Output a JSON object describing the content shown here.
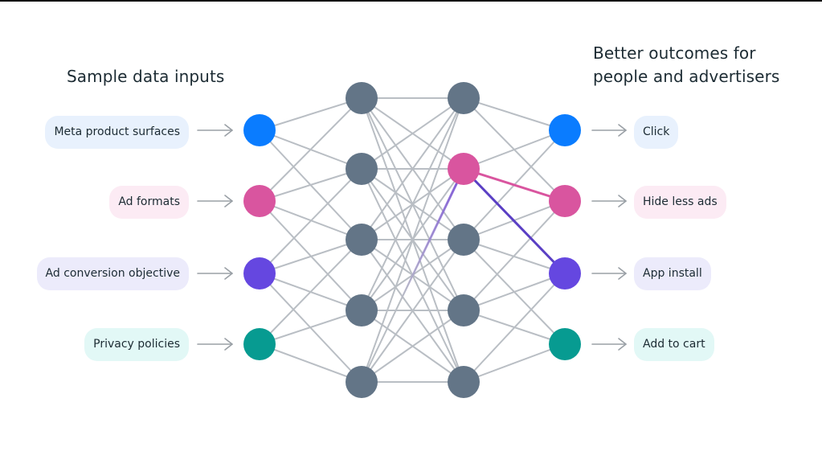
{
  "headings": {
    "inputs": "Sample data inputs",
    "outputs_line1": "Better outcomes for",
    "outputs_line2": "people and advertisers"
  },
  "inputs": [
    {
      "label": "Meta product surfaces",
      "color": "#0a7cff",
      "bg": "#e8f1fd"
    },
    {
      "label": "Ad formats",
      "color": "#d9559f",
      "bg": "#fcebf4"
    },
    {
      "label": "Ad conversion objective",
      "color": "#6547e0",
      "bg": "#ecebfb"
    },
    {
      "label": "Privacy policies",
      "color": "#079b91",
      "bg": "#e2f8f6"
    }
  ],
  "outputs": [
    {
      "label": "Click",
      "color": "#0a7cff",
      "bg": "#e8f1fd"
    },
    {
      "label": "Hide less ads",
      "color": "#d9559f",
      "bg": "#fcebf4"
    },
    {
      "label": "App install",
      "color": "#6547e0",
      "bg": "#ecebfb"
    },
    {
      "label": "Add to cart",
      "color": "#079b91",
      "bg": "#e2f8f6"
    }
  ],
  "network": {
    "hidden_layers": 2,
    "nodes_per_hidden_layer": 5,
    "hidden_node_color": "#637587",
    "edge_color": "#b9bec4",
    "highlighted_hidden_node": {
      "layer": 2,
      "index": 2,
      "color": "#d9559f"
    },
    "highlighted_edges": [
      {
        "from": "hidden2-2",
        "to": "output-2",
        "color": "#d9559f"
      },
      {
        "from": "hidden2-2",
        "to": "output-3",
        "color": "#5a3fc4"
      },
      {
        "from": "hidden2-2",
        "to": "hidden1-5",
        "color": "#7d55d8",
        "partial": true
      }
    ]
  },
  "icons": {
    "arrow": "arrow-right-icon"
  }
}
